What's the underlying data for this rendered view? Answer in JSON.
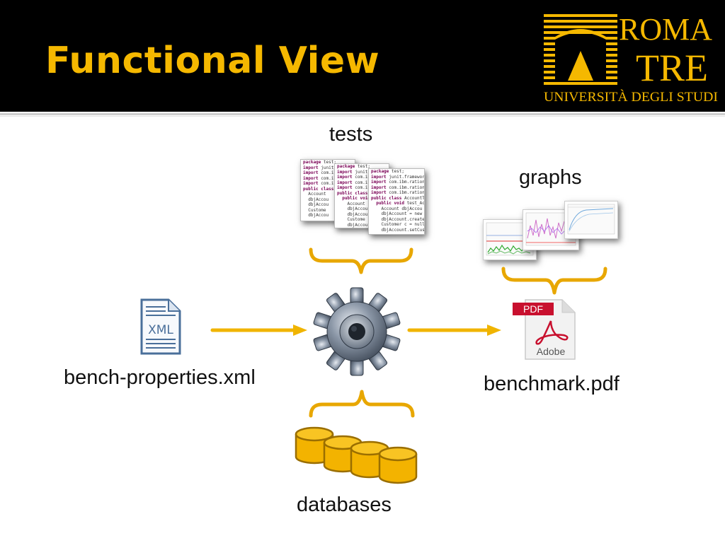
{
  "slide": {
    "title": "Functional View",
    "logo": {
      "text_top": "ROMA",
      "text_middle": "TRE",
      "text_bottom": "UNIVERSITÀ DEGLI STUDI",
      "color": "#f5b800"
    }
  },
  "diagram": {
    "labels": {
      "tests": "tests",
      "graphs": "graphs",
      "input": "bench-properties.xml",
      "output": "benchmark.pdf",
      "databases": "databases"
    },
    "icons": {
      "xml_text": "XML",
      "pdf_tag": "PDF",
      "pdf_brand": "Adobe"
    },
    "code_snippets": [
      {
        "lines": [
          [
            "package",
            " test;"
          ],
          [
            "",
            ""
          ],
          [
            "import",
            " junit.fr"
          ],
          [
            "import",
            " com.ibm."
          ],
          [
            "import",
            " com.ibm."
          ],
          [
            "import",
            " com.ibm."
          ],
          [
            "",
            ""
          ],
          [
            "public class",
            " Ac"
          ],
          [
            "",
            ""
          ],
          [
            "  ",
            "Account"
          ],
          [
            "  ",
            "dbjAccou"
          ],
          [
            "  ",
            "dbjAccou"
          ],
          [
            "  ",
            "Custome"
          ],
          [
            "  ",
            "dbjAccou"
          ]
        ]
      },
      {
        "lines": [
          [
            "package",
            " test;"
          ],
          [
            "",
            ""
          ],
          [
            "import",
            " junit.fr"
          ],
          [
            "import",
            " com.ibm."
          ],
          [
            "import",
            " com.ibm."
          ],
          [
            "import",
            " com.ibm."
          ],
          [
            "",
            ""
          ],
          [
            "public class",
            " Acc"
          ],
          [
            "",
            ""
          ],
          [
            "  public void",
            " "
          ],
          [
            "    ",
            "Account"
          ],
          [
            "    ",
            "dbjAccou"
          ],
          [
            "    ",
            "dbjAccou"
          ],
          [
            "    ",
            "Custome"
          ],
          [
            "    ",
            "dbjAccou"
          ]
        ]
      },
      {
        "lines": [
          [
            "package",
            " test;"
          ],
          [
            "",
            ""
          ],
          [
            "import",
            " junit.framework.*;"
          ],
          [
            "import",
            " com.ibm.rational.c"
          ],
          [
            "import",
            " com.ibm.rational.c"
          ],
          [
            "import",
            " com.ibm.rational.t"
          ],
          [
            "",
            ""
          ],
          [
            "public class",
            " AccountTest"
          ],
          [
            "",
            ""
          ],
          [
            "  public void",
            " test_Acco"
          ],
          [
            "    ",
            "Account dbjAccou"
          ],
          [
            "    ",
            "dbjAccount = new"
          ],
          [
            "    ",
            "dbjAccount.create"
          ],
          [
            "    ",
            "Customer c = null"
          ],
          [
            "    ",
            "dbjAccount.setCus"
          ]
        ]
      }
    ],
    "colors": {
      "brace": "#e8a700",
      "arrow": "#f0b400",
      "database": "#f3b300",
      "database_outline": "#9a6e00",
      "pdf_red": "#c8102e"
    }
  }
}
